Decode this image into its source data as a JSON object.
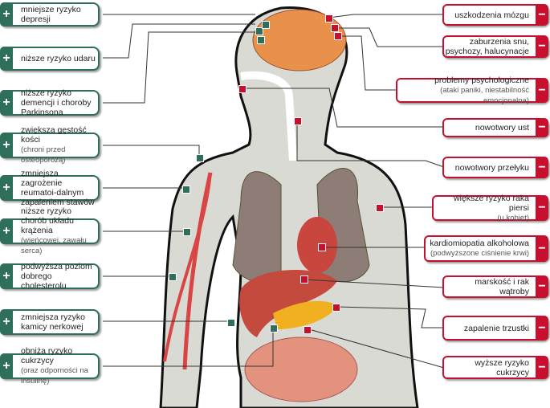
{
  "benefits": [
    {
      "main": "mniejsze ryzyko depresji",
      "sub": ""
    },
    {
      "main": "niższe ryzyko udaru",
      "sub": ""
    },
    {
      "main": "niższe ryzyko demencji i choroby Parkinsona",
      "sub": ""
    },
    {
      "main": "zwiększa gęstość kości",
      "sub": "(chroni przed osteoporozą)"
    },
    {
      "main": "zmniejsza zagrożenie reumatoi-dalnym zapaleniem stawów",
      "sub": ""
    },
    {
      "main": "niższe ryzyko chorób układu krążenia",
      "sub": "(wieńcowej, zawału serca)"
    },
    {
      "main": "podwyższa poziom dobrego cholesterolu",
      "sub": ""
    },
    {
      "main": "zmniejsza ryzyko kamicy nerkowej",
      "sub": ""
    },
    {
      "main": "obniża ryzyko cukrzycy",
      "sub": "(oraz odporności na insulinę)"
    }
  ],
  "risks": [
    {
      "main": "uszkodzenia mózgu",
      "sub": ""
    },
    {
      "main": "zaburzenia snu, psychozy, halucynacje",
      "sub": ""
    },
    {
      "main": "problemy psychologiczne",
      "sub": "(ataki paniki, niestabilność emocjonalna)"
    },
    {
      "main": "nowotwory ust",
      "sub": ""
    },
    {
      "main": "nowotwory przełyku",
      "sub": ""
    },
    {
      "main": "większe ryzyko raka piersi",
      "sub": "(u kobiet)"
    },
    {
      "main": "kardiomiopatia alkoholowa",
      "sub": "(podwyższone ciśnienie krwi)"
    },
    {
      "main": "marskość i rak wątroby",
      "sub": ""
    },
    {
      "main": "zapalenie trzustki",
      "sub": ""
    },
    {
      "main": "wyższe ryzyko cukrzycy",
      "sub": ""
    }
  ],
  "signs": {
    "plus": "+",
    "minus": "−"
  },
  "colors": {
    "benefit": "#2f6e5a",
    "risk": "#c8102e"
  }
}
